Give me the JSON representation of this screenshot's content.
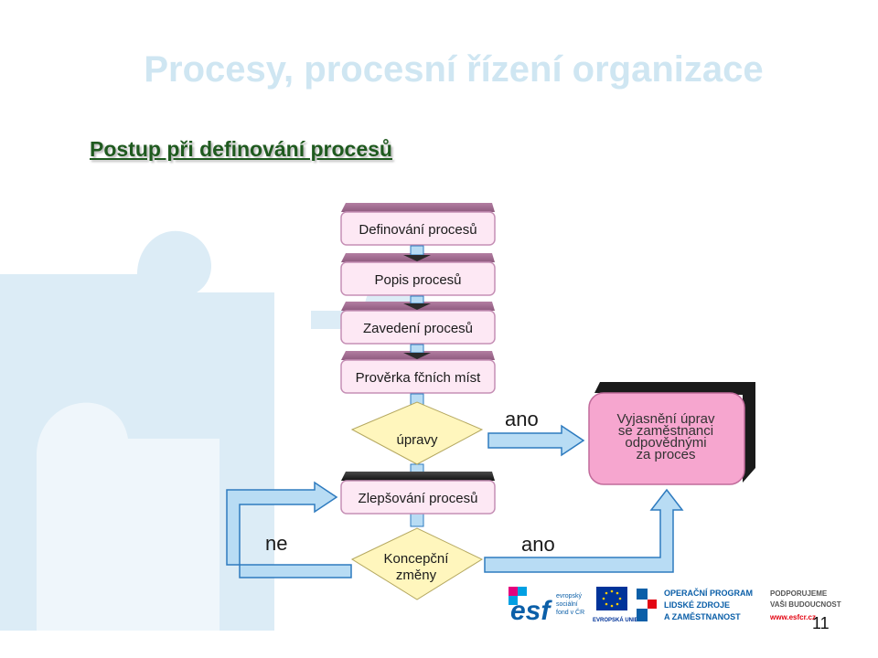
{
  "slide": {
    "title": "Procesy, procesní řízení organizace",
    "subtitle": "Postup při definování procesů",
    "page_number": "11"
  },
  "flow": {
    "steps": [
      "Definování procesů",
      "Popis procesů",
      "Zavedení procesů",
      "Prověrka fčních míst"
    ],
    "decision1": "úpravy",
    "decision1_yes": "ano",
    "clarify_lines": [
      "Vyjasnění úprav",
      "se zaměstnanci",
      "odpovědnými",
      "za proces"
    ],
    "improve": "Zlepšování procesů",
    "decision2_lines": [
      "Koncepční",
      "změny"
    ],
    "decision2_yes": "ano",
    "decision2_no": "ne"
  },
  "footer": {
    "esf_text": "esf",
    "esf_caption_lines": [
      "evropský",
      "sociální",
      "fond v ČR"
    ],
    "eu_caption": "EVROPSKÁ UNIE",
    "op_lines": [
      "OPERAČNÍ PROGRAM",
      "LIDSKÉ ZDROJE",
      "A ZAMĚSTNANOST"
    ],
    "support_lines": [
      "PODPORUJEME",
      "VAŠI BUDOUCNOST"
    ],
    "url": "www.esfcr.cz"
  },
  "colors": {
    "title": "#cfe6f2",
    "subtitle": "#1f5a1f",
    "box_fill": "#fdeaf6",
    "box_border": "#c79ab8",
    "box_top": "#a0708f",
    "decision_fill": "#fff7be",
    "arrow_fill": "#b8dcf4",
    "arrow_stroke": "#2e7bbf",
    "puzzle": "#d9ebf6"
  }
}
